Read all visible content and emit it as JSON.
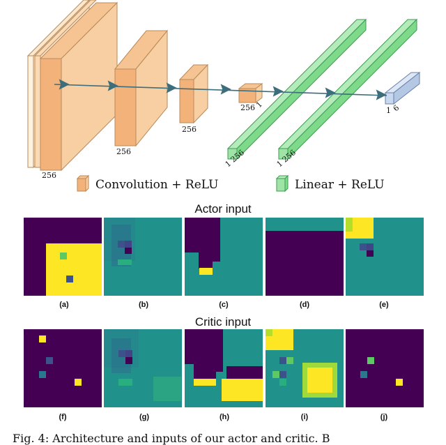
{
  "architecture": {
    "conv_dims": [
      "256",
      "256",
      "256",
      "256"
    ],
    "conv_dim_last_b": "1",
    "fc_dims": [
      "1 256",
      "1 256"
    ],
    "out_dims": [
      "1",
      "6"
    ]
  },
  "legend": {
    "conv_label": "Convolution + ReLU",
    "linear_label": "Linear + ReLU"
  },
  "actor": {
    "heading": "Actor input",
    "labels": [
      "(a)",
      "(b)",
      "(c)",
      "(d)",
      "(e)"
    ]
  },
  "critic": {
    "heading": "Critic input",
    "labels": [
      "(f)",
      "(g)",
      "(h)",
      "(i)",
      "(j)"
    ]
  },
  "caption": "Fig. 4: Architecture and inputs of our actor and critic. B",
  "colors": {
    "conv_fill": "#f6c493",
    "conv_edge": "#b98a58",
    "linear_fill": "#9fe3a7",
    "linear_edge": "#3c9c4f",
    "out_fill": "#c8d8ee",
    "arrow": "#3c6e7c",
    "purple": "#440154",
    "teal": "#21918c",
    "yellow": "#fde725",
    "green": "#5ec962",
    "blue": "#3b528b"
  }
}
